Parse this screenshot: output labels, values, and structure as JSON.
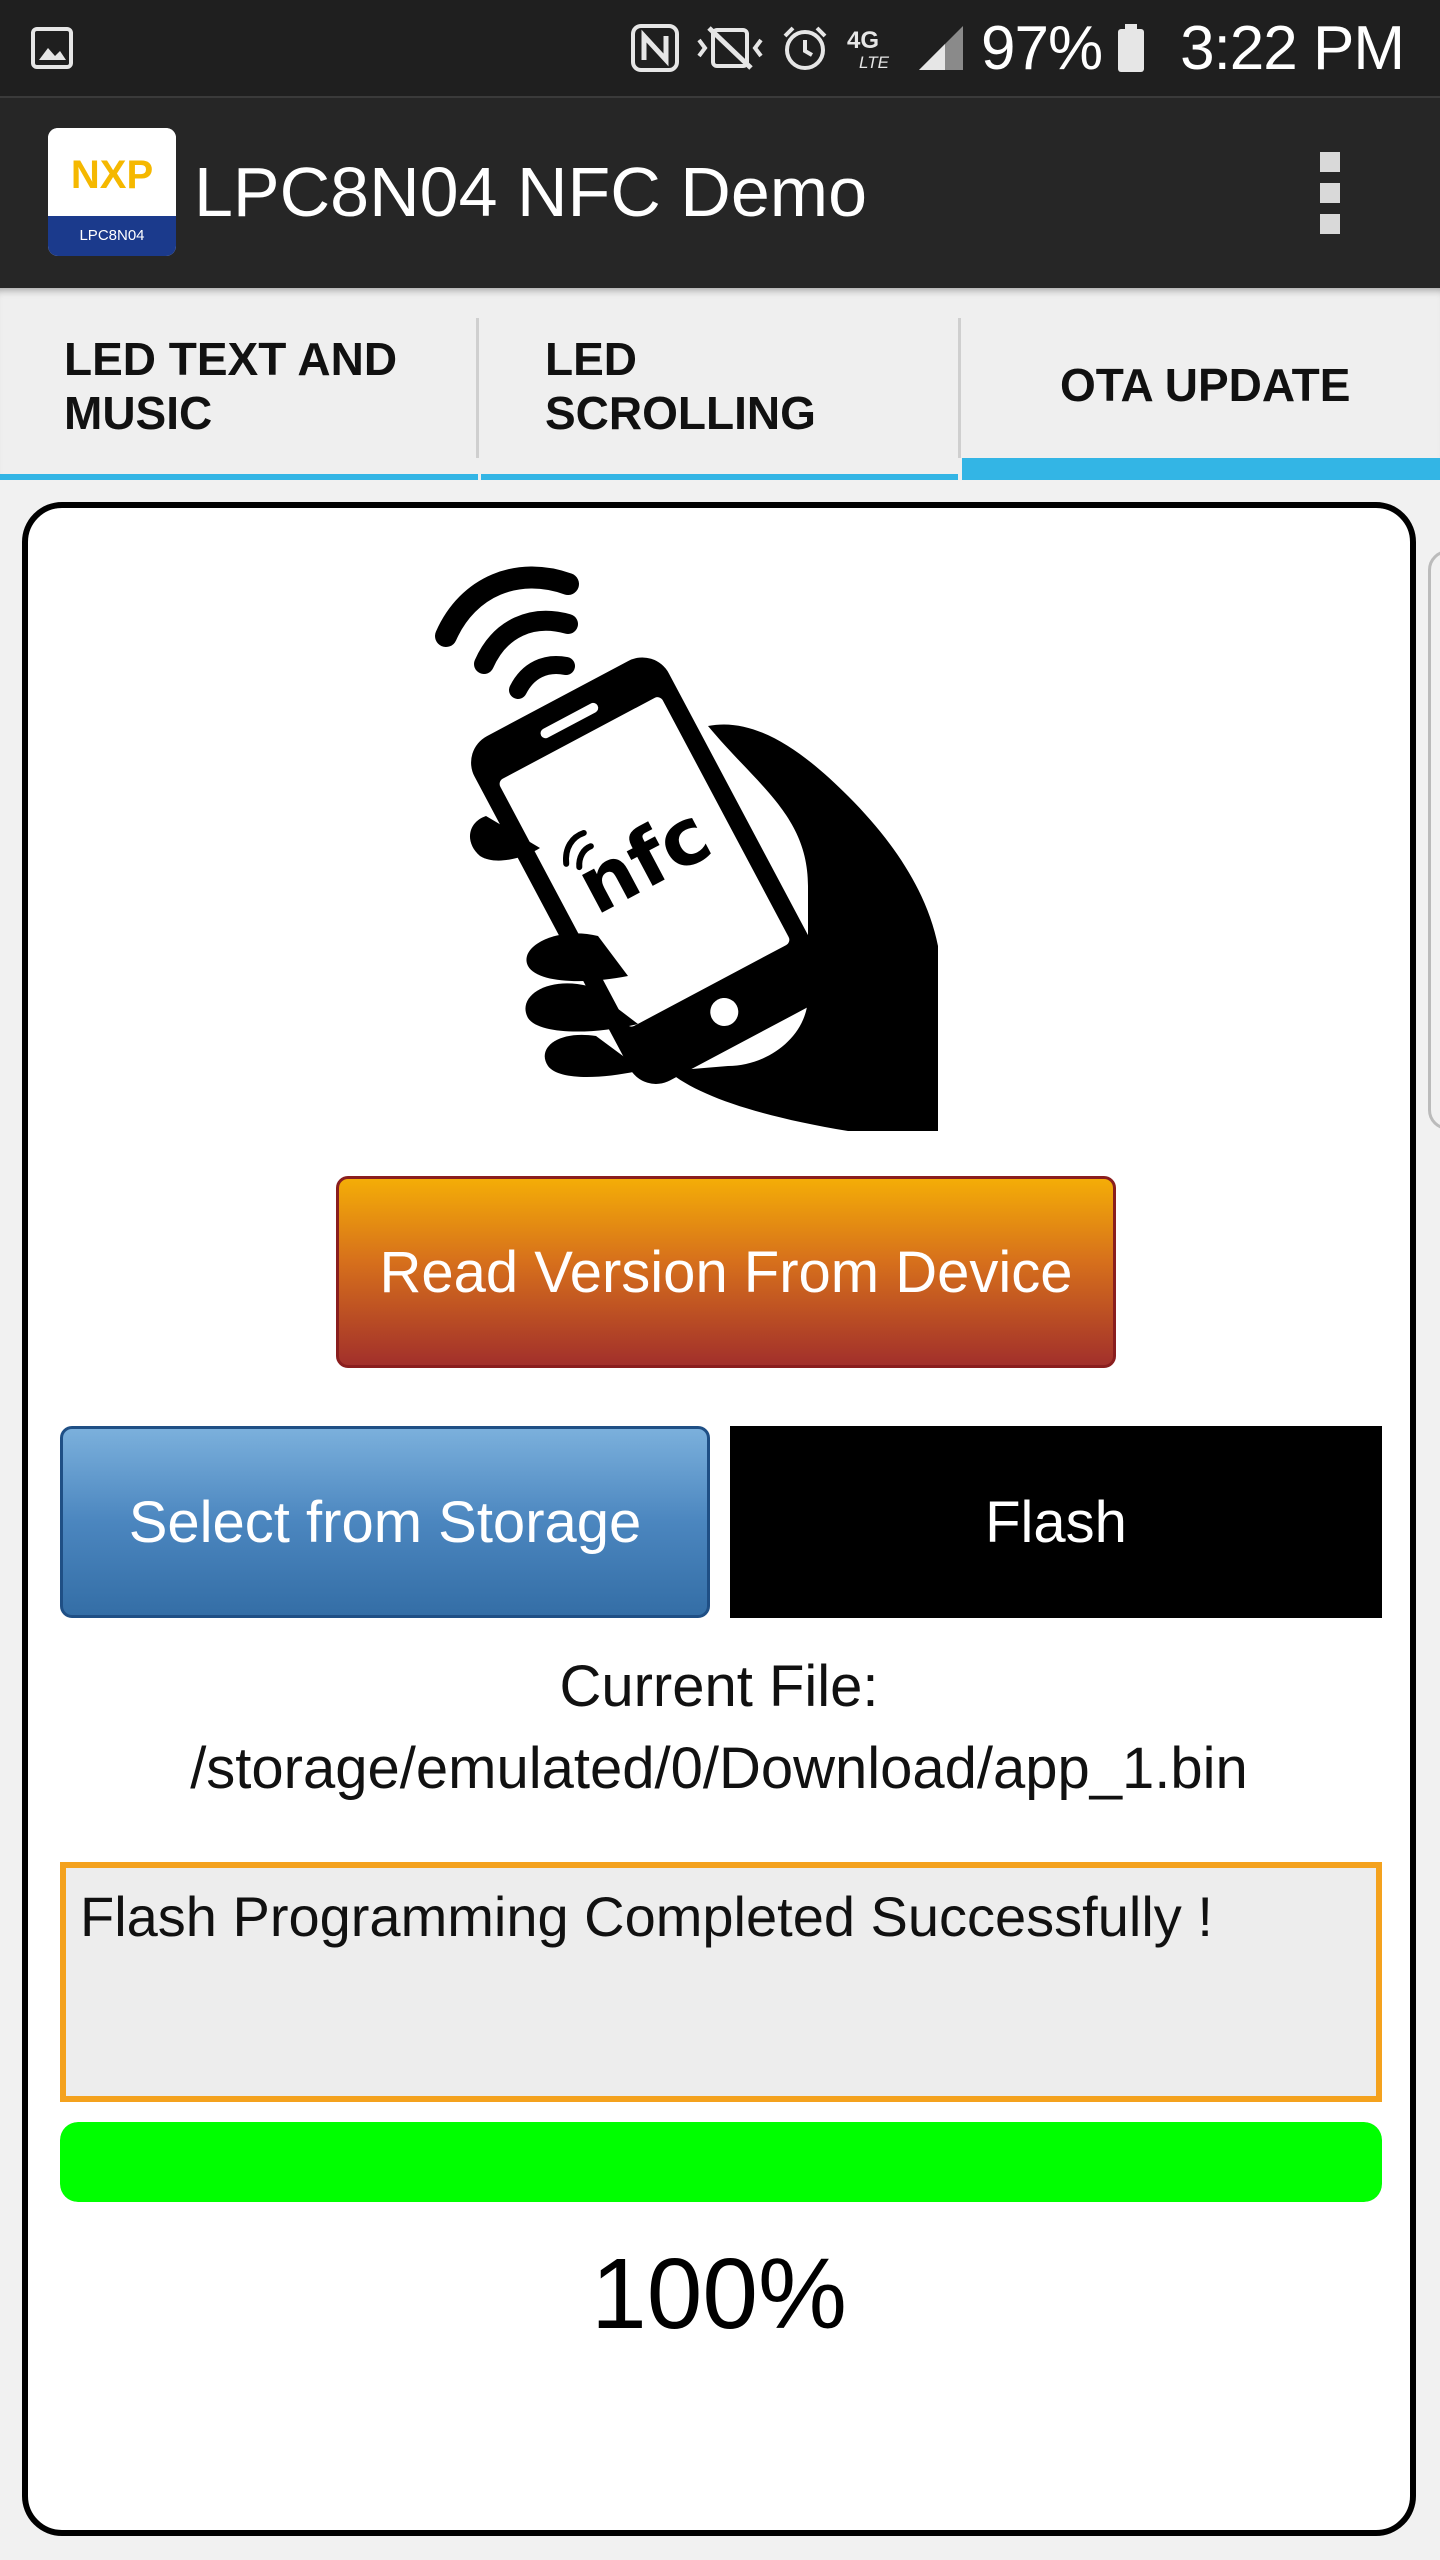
{
  "status_bar": {
    "battery": "97%",
    "time": "3:22 PM",
    "network_label": "4G LTE",
    "icons": [
      "gallery-icon",
      "nfc-icon",
      "vibrate-icon",
      "alarm-icon",
      "lte-icon",
      "signal-icon",
      "battery-icon"
    ]
  },
  "app_bar": {
    "title": "LPC8N04 NFC Demo",
    "logo_text": "NXP",
    "logo_subtext": "LPC8N04",
    "menu_icon": "overflow-menu-icon"
  },
  "tabs": [
    {
      "label": "LED TEXT AND\nMUSIC",
      "active": false
    },
    {
      "label": "LED\nSCROLLING",
      "active": false
    },
    {
      "label": "OTA UPDATE",
      "active": true
    }
  ],
  "ota": {
    "illustration_text": "nfc",
    "read_version_label": "Read Version From Device",
    "select_storage_label": "Select from Storage",
    "flash_label": "Flash",
    "current_file_label": "Current File:",
    "current_file_path": "/storage/emulated/0/Download/app_1.bin",
    "status_message": "Flash Programming Completed Successfully !",
    "progress": 100,
    "progress_text": "100%"
  },
  "colors": {
    "accent": "#33b5e5",
    "progress": "#00ff00",
    "status_border": "#f4a21e",
    "read_button_top": "#f4ad07",
    "read_button_bottom": "#a2302b",
    "select_button": "#4b86bf",
    "flash_button": "#000000"
  }
}
